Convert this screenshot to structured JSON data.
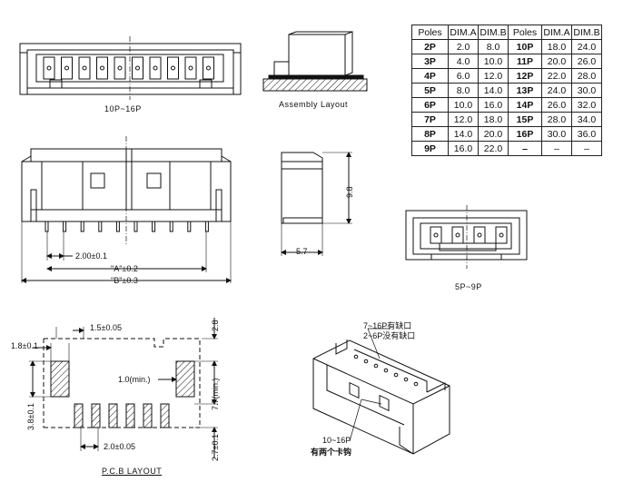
{
  "captions": {
    "front_range": "10P~16P",
    "assembly": "Assembly Layout",
    "side_range": "5P~9P",
    "pcb": "P.C.B LAYOUT"
  },
  "dims": {
    "pitch": "2.00±0.1",
    "dim_a": "\"A\"±0.2",
    "dim_b": "\"B\"±0.3",
    "height": "9.8",
    "depth": "5.7",
    "pcb_top": "1.5±0.05",
    "pcb_right_top": "2.8",
    "pcb_left": "1.8±0.1",
    "pcb_gap": "1.0(min.)",
    "pcb_right_tall": "7.7(min.)",
    "pcb_height": "3.8±0.1",
    "pcb_pitch": "2.0±0.05",
    "pcb_bottom": "2.7±0.1"
  },
  "notes": {
    "notch_yes": "7~16P有缺口",
    "notch_no": "2~6P没有缺口",
    "latch": "10~16P",
    "latch_note": "有两个卡钩"
  },
  "table": {
    "headers": [
      "Poles",
      "DIM.A",
      "DIM.B",
      "Poles",
      "DIM.A",
      "DIM.B"
    ],
    "rows": [
      [
        "2P",
        "2.0",
        "8.0",
        "10P",
        "18.0",
        "24.0"
      ],
      [
        "3P",
        "4.0",
        "10.0",
        "11P",
        "20.0",
        "26.0"
      ],
      [
        "4P",
        "6.0",
        "12.0",
        "12P",
        "22.0",
        "28.0"
      ],
      [
        "5P",
        "8.0",
        "14.0",
        "13P",
        "24.0",
        "30.0"
      ],
      [
        "6P",
        "10.0",
        "16.0",
        "14P",
        "26.0",
        "32.0"
      ],
      [
        "7P",
        "12.0",
        "18.0",
        "15P",
        "28.0",
        "34.0"
      ],
      [
        "8P",
        "14.0",
        "20.0",
        "16P",
        "30.0",
        "36.0"
      ],
      [
        "9P",
        "16.0",
        "22.0",
        "–",
        "–",
        "–"
      ]
    ]
  }
}
